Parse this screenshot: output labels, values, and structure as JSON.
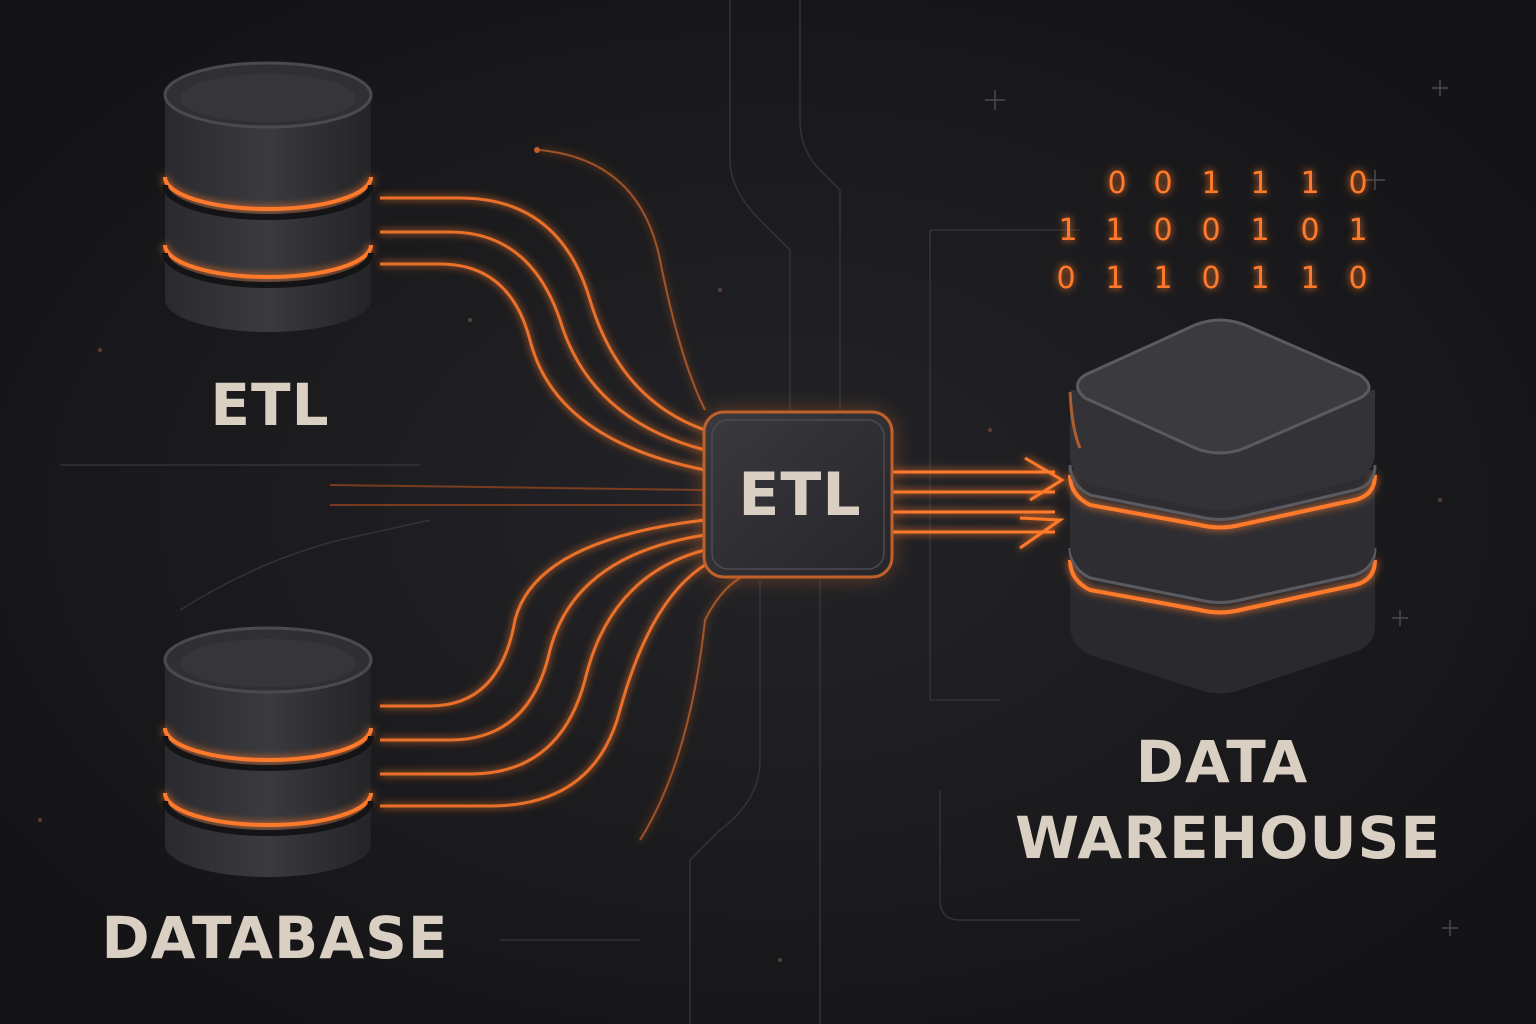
{
  "nodes": {
    "source_top": {
      "label": "ETL"
    },
    "source_bottom": {
      "label": "DATABASE"
    },
    "etl_box": {
      "label": "ETL"
    },
    "warehouse": {
      "label_line1": "DATA",
      "label_line2": "WAREHOUSE"
    }
  },
  "binary_rows": [
    [
      "0",
      "0",
      "1",
      "1",
      "1",
      "0"
    ],
    [
      "1",
      "1",
      "0",
      "0",
      "1",
      "0",
      "1"
    ],
    [
      "0",
      "1",
      "1",
      "0",
      "1",
      "1",
      "0"
    ]
  ],
  "colors": {
    "background": "#17171a",
    "accent": "#ff7a2a",
    "label": "#d9cfc2",
    "body": "#2e2e32"
  }
}
